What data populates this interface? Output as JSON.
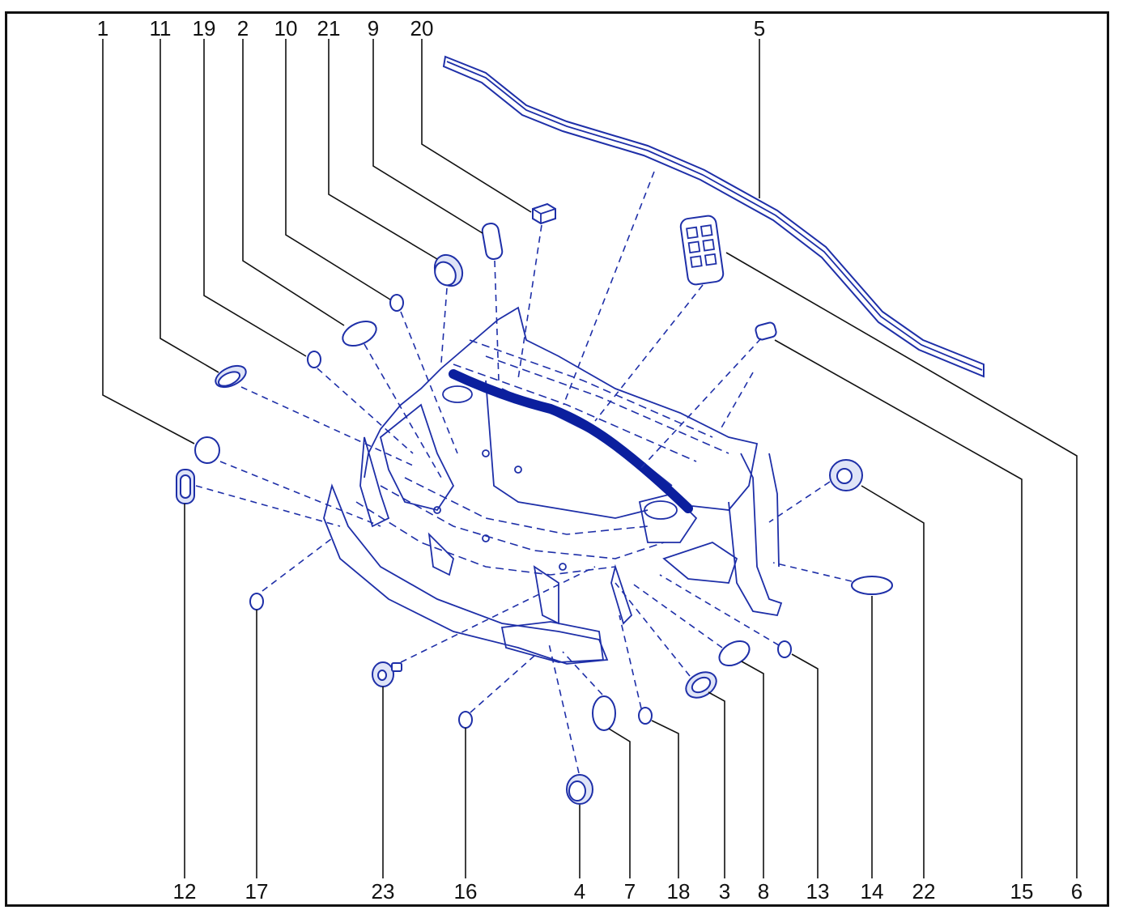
{
  "top_labels": [
    "1",
    "11",
    "19",
    "2",
    "10",
    "21",
    "9",
    "20",
    "5"
  ],
  "bottom_labels": [
    "12",
    "17",
    "23",
    "16",
    "4",
    "7",
    "18",
    "3",
    "8",
    "13",
    "14",
    "22",
    "15",
    "6"
  ],
  "colors": {
    "line": "#1e2fa8",
    "leader": "#111111",
    "background": "#ffffff"
  }
}
